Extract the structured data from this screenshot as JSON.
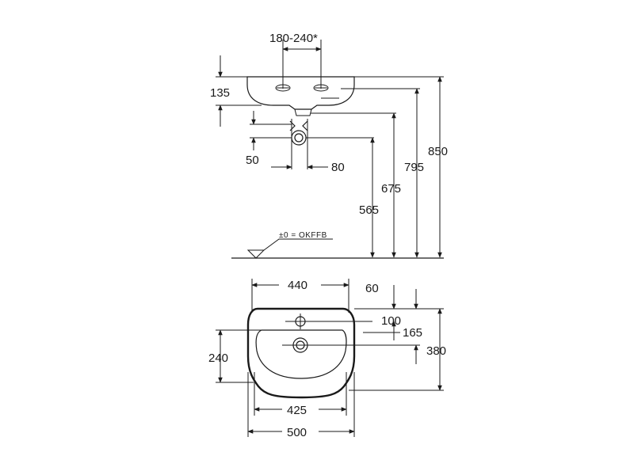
{
  "side_view": {
    "dims": {
      "hole_spacing": "180-240*",
      "rim_height": "135",
      "supply_offset": "50",
      "supply_spacing": "80",
      "waste_height": "565",
      "supply_height": "675",
      "underside_height": "795",
      "top_height": "850"
    },
    "floor_note": "±0 = OKFFB"
  },
  "top_view": {
    "dims": {
      "bowl_width": "440",
      "tap_hole_offset": "60",
      "tap_hole_depth": "100",
      "waste_depth": "165",
      "total_depth": "380",
      "bowl_depth": "240",
      "inner_width": "425",
      "total_width": "500"
    }
  },
  "colors": {
    "line": "#1a1a1a",
    "background": "#ffffff"
  }
}
